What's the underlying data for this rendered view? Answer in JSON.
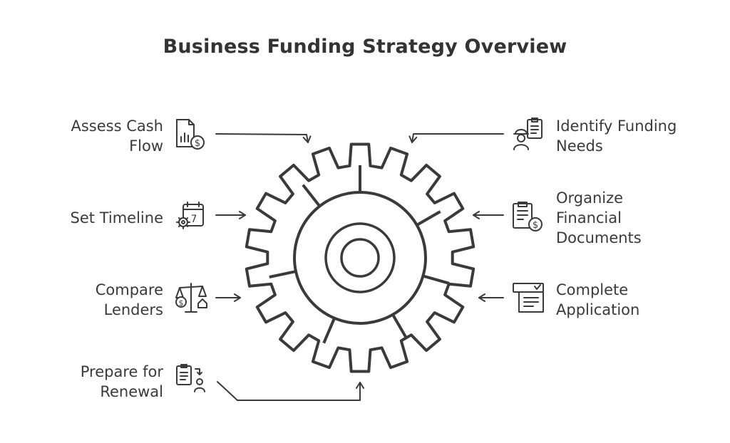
{
  "title": "Business Funding Strategy Overview",
  "colors": {
    "stroke": "#3a3a3a",
    "background": "#ffffff"
  },
  "steps": {
    "assess_cash_flow": {
      "lines": [
        "Assess Cash",
        "Flow"
      ],
      "icon": "cash-flow-document-icon"
    },
    "set_timeline": {
      "lines": [
        "Set Timeline"
      ],
      "icon": "calendar-gear-icon"
    },
    "compare_lenders": {
      "lines": [
        "Compare",
        "Lenders"
      ],
      "icon": "balance-scale-icon"
    },
    "prepare_for_renewal": {
      "lines": [
        "Prepare for",
        "Renewal"
      ],
      "icon": "renewal-clipboard-icon"
    },
    "identify_funding_needs": {
      "lines": [
        "Identify Funding",
        "Needs"
      ],
      "icon": "worker-checklist-icon"
    },
    "organize_financial_documents": {
      "lines": [
        "Organize",
        "Financial",
        "Documents"
      ],
      "icon": "financial-documents-icon"
    },
    "complete_application": {
      "lines": [
        "Complete",
        "Application"
      ],
      "icon": "application-form-icon"
    }
  }
}
